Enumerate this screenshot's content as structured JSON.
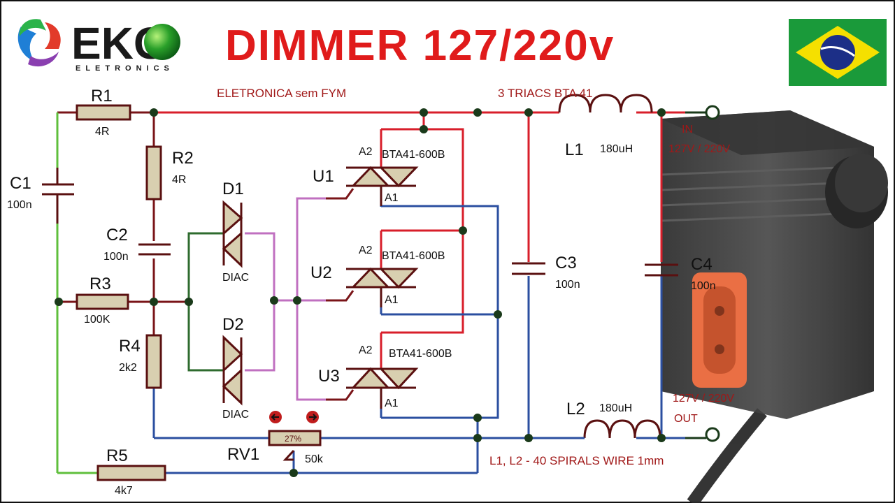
{
  "header": {
    "brand": "EKO",
    "brand_sub": "ELETRONICS",
    "title": "DIMMER 127/220v"
  },
  "notes": {
    "top_note": "ELETRONICA sem FYM",
    "triacs_note": "3 TRIACS BTA 41",
    "coil_note": "L1, L2 - 40 SPIRALS  WIRE 1mm"
  },
  "components": {
    "r1": {
      "name": "R1",
      "value": "4R"
    },
    "r2": {
      "name": "R2",
      "value": "4R"
    },
    "r3": {
      "name": "R3",
      "value": "100K"
    },
    "r4": {
      "name": "R4",
      "value": "2k2"
    },
    "r5": {
      "name": "R5",
      "value": "4k7"
    },
    "c1": {
      "name": "C1",
      "value": "100n"
    },
    "c2": {
      "name": "C2",
      "value": "100n"
    },
    "c3": {
      "name": "C3",
      "value": "100n"
    },
    "c4": {
      "name": "C4",
      "value": "100n"
    },
    "d1": {
      "name": "D1",
      "type": "DIAC"
    },
    "d2": {
      "name": "D2",
      "type": "DIAC"
    },
    "u1": {
      "name": "U1",
      "part": "BTA41-600B",
      "a2": "A2",
      "a1": "A1"
    },
    "u2": {
      "name": "U2",
      "part": "BTA41-600B",
      "a2": "A2",
      "a1": "A1"
    },
    "u3": {
      "name": "U3",
      "part": "BTA41-600B",
      "a2": "A2",
      "a1": "A1"
    },
    "l1": {
      "name": "L1",
      "value": "180uH"
    },
    "l2": {
      "name": "L2",
      "value": "180uH"
    },
    "rv1": {
      "name": "RV1",
      "value": "50k",
      "setting": "27%"
    }
  },
  "terminals": {
    "in_label": "IN",
    "in_voltage": "127V / 220V",
    "out_voltage": "127V / 220V",
    "out_label": "OUT"
  },
  "colors": {
    "title": "#e01b1b",
    "wire_red": "#d81e2a",
    "wire_blue": "#2b4fa0",
    "wire_green": "#5fbf3c",
    "wire_dark": "#7a1418",
    "wire_pink": "#c070c0",
    "component_fill": "#d8cfb0",
    "flag_green": "#1a9a3a",
    "flag_yellow": "#f5e000",
    "flag_blue": "#1c2f87"
  },
  "icons": [
    "eko-logo-icon",
    "brazil-flag-icon",
    "dimmer-device-icon",
    "potentiometer-left-arrow-icon",
    "potentiometer-right-arrow-icon"
  ]
}
